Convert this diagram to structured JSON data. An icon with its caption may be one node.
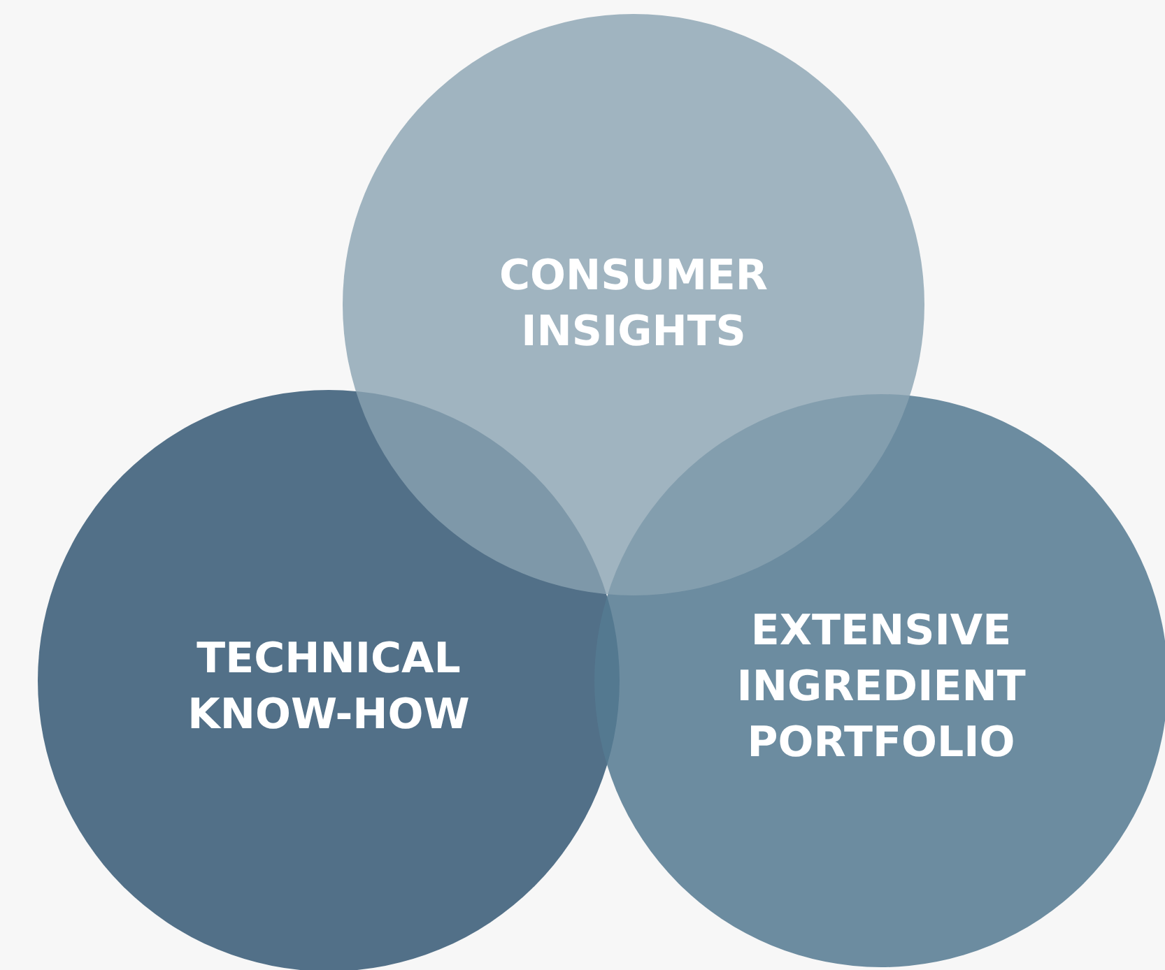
{
  "diagram": {
    "nodes": [
      {
        "text": [
          "CONSUMER INSIGHTS"
        ]
      },
      {
        "text": [
          "TECHNICAL KNOW-HOW"
        ]
      },
      {
        "text": [
          "EXTENSIVE INGREDIENT PORTFOLIO"
        ]
      }
    ]
  }
}
